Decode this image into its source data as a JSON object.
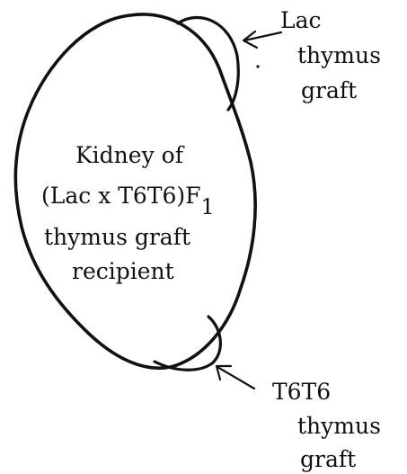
{
  "colors": {
    "ink": "#111111",
    "background": "#ffffff"
  },
  "kidney_label": {
    "line1": "Kidney of",
    "line2_main": "(Lac x T6T6)F",
    "line2_sub": "1",
    "line3": "thymus graft",
    "line4": "recipient"
  },
  "top_graft_label": {
    "line1": "Lac",
    "line2": "thymus",
    "line3": "graft"
  },
  "bottom_graft_label": {
    "line1": "T6T6",
    "line2": "thymus",
    "line3": "graft"
  }
}
